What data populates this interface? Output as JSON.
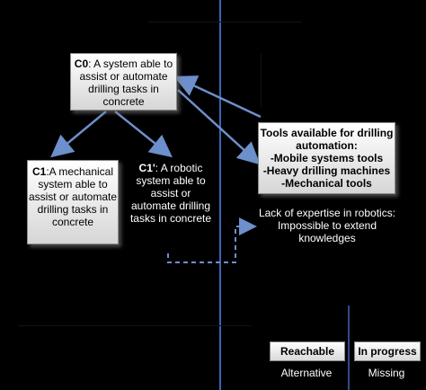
{
  "c0": {
    "code": "C0",
    "text": ": A system able to assist or automate drilling tasks in concrete"
  },
  "c1": {
    "code": "C1",
    "text": ":A mechanical system able to assist or automate drilling tasks in concrete"
  },
  "c1p": {
    "code": "C1'",
    "text": ": A robotic system able to assist or automate drilling tasks in concrete"
  },
  "tools": {
    "title": "Tools available for drilling automation:",
    "items": [
      "-Mobile systems tools",
      "-Heavy drilling machines",
      "-Mechanical tools"
    ]
  },
  "lack": "Lack of expertise in robotics: Impossible to extend knowledges",
  "legend": {
    "reachable": "Reachable",
    "in_progress": "In progress",
    "alternative": "Alternative",
    "missing": "Missing"
  },
  "colors": {
    "arrow": "#6d8fcb",
    "background": "#000000",
    "divider": "#3b66b5"
  }
}
